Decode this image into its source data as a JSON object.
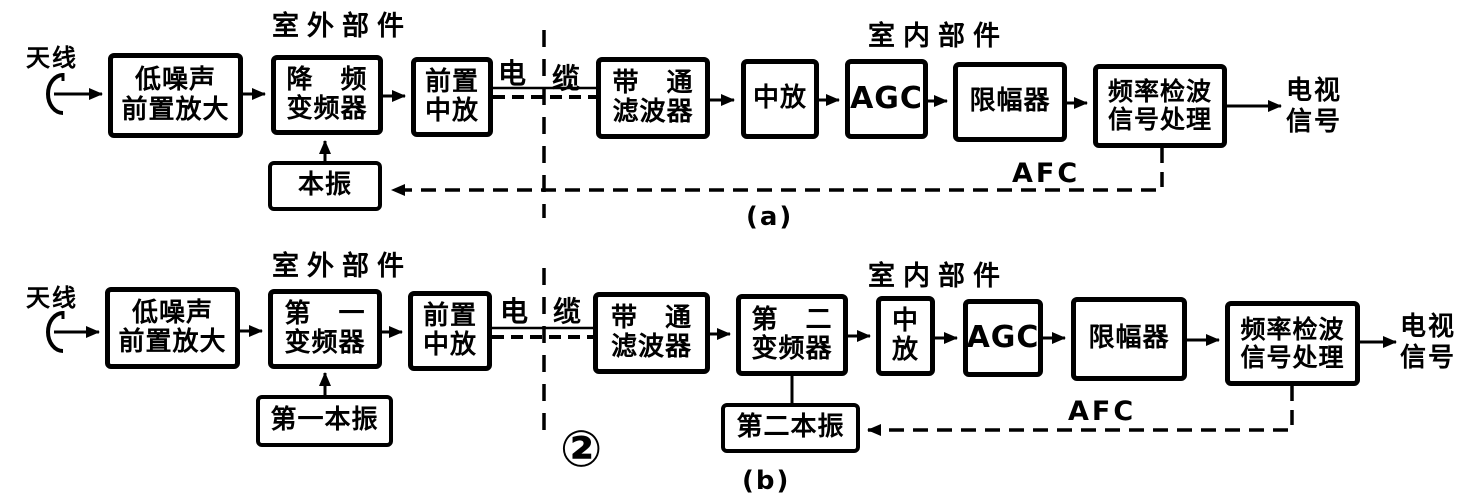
{
  "figure": {
    "circled_number": "②"
  },
  "a": {
    "caption": "(a)",
    "outdoor": "室外部件",
    "indoor": "室内部件",
    "antenna": "天线",
    "cable_left": "电",
    "cable_right": "缆",
    "afc": "AFC",
    "tv_line1": "电视",
    "tv_line2": "信号",
    "blocks": {
      "lna": [
        "低噪声",
        "前置放大"
      ],
      "downconverter": [
        "降　频",
        "变频器"
      ],
      "pre_if": [
        "前置",
        "中放"
      ],
      "bandpass": [
        "带　通",
        "滤波器"
      ],
      "if_amp": [
        "中放"
      ],
      "agc": [
        "AGC"
      ],
      "limiter": [
        "限幅器"
      ],
      "detector": [
        "频率检波",
        "信号处理"
      ],
      "local_osc": [
        "本振"
      ]
    }
  },
  "b": {
    "caption": "(b)",
    "outdoor": "室外部件",
    "indoor": "室内部件",
    "antenna": "天线",
    "cable_left": "电",
    "cable_right": "缆",
    "afc": "AFC",
    "tv_line1": "电视",
    "tv_line2": "信号",
    "blocks": {
      "lna": [
        "低噪声",
        "前置放大"
      ],
      "first_converter": [
        "第　一",
        "变频器"
      ],
      "pre_if": [
        "前置",
        "中放"
      ],
      "bandpass": [
        "带　通",
        "滤波器"
      ],
      "second_converter": [
        "第　二",
        "变频器"
      ],
      "if_amp": [
        "中",
        "放"
      ],
      "agc": [
        "AGC"
      ],
      "limiter": [
        "限幅器"
      ],
      "detector": [
        "频率检波",
        "信号处理"
      ],
      "first_lo": [
        "第一本振"
      ],
      "second_lo": [
        "第二本振"
      ]
    }
  }
}
